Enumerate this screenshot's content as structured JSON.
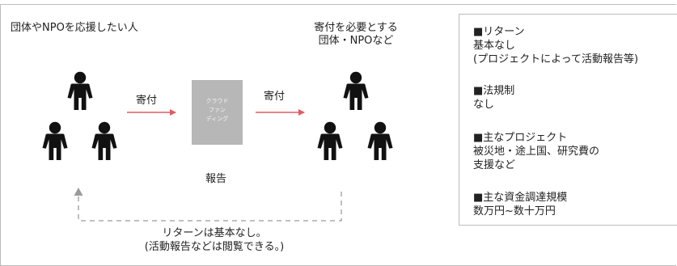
{
  "left_group": {
    "title": "団体やNPOを応援したい人"
  },
  "right_group": {
    "title_line1": "寄付を必要とする",
    "title_line2": "団体・NPOなど"
  },
  "flow": {
    "donation_left": "寄付",
    "donation_right": "寄付",
    "report": "報告",
    "return_line1": "リターンは基本なし。",
    "return_line2": "(活動報告などは閲覧できる。)"
  },
  "crowdfunding_box": {
    "line1": "クラウド",
    "line2": "ファン",
    "line3": "ディング"
  },
  "info_panel": {
    "sections": [
      {
        "heading": "■リターン",
        "lines": [
          "基本なし",
          "(プロジェクトによって活動報告等)"
        ]
      },
      {
        "heading": "■法規制",
        "lines": [
          "なし"
        ]
      },
      {
        "heading": "■主なプロジェクト",
        "lines": [
          "被災地・途上国、研究費の",
          "支援など"
        ]
      },
      {
        "heading": "■主な資金調達規模",
        "lines": [
          "数万円~数十万円"
        ]
      }
    ]
  },
  "colors": {
    "arrow": "#e05a64",
    "person": "#111111",
    "dashed": "#9a9a9a",
    "box": "#b7b7b7"
  },
  "icons": {
    "person": "person-icon"
  }
}
